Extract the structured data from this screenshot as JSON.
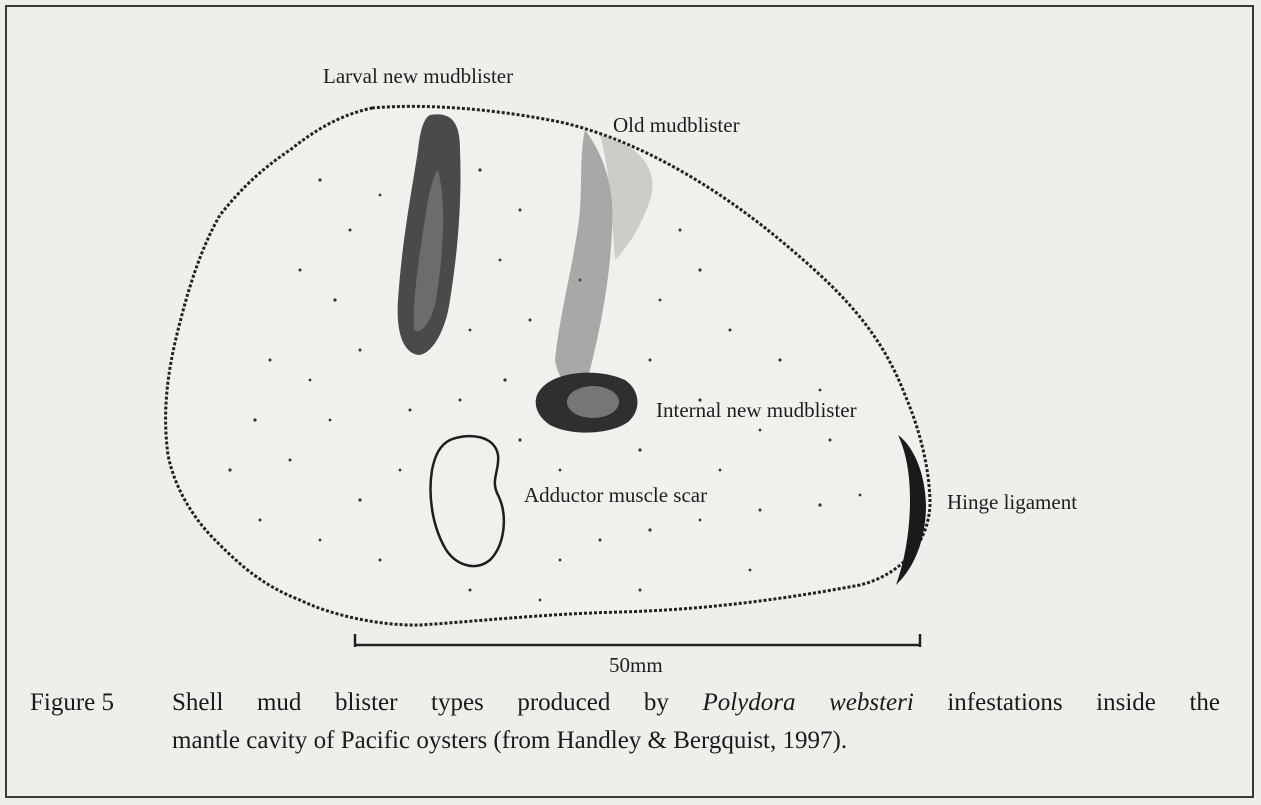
{
  "labels": {
    "larval": "Larval new mudblister",
    "old": "Old mudblister",
    "internal": "Internal new mudblister",
    "adductor": "Adductor muscle scar",
    "hinge": "Hinge ligament",
    "scale": "50mm"
  },
  "caption": {
    "number": "Figure 5",
    "line1_before": "Shell mud blister types produced by ",
    "species": "Polydora websteri",
    "line1_after": " infestations inside the",
    "line2": "mantle cavity of Pacific oysters (from Handley & Bergquist, 1997)."
  }
}
